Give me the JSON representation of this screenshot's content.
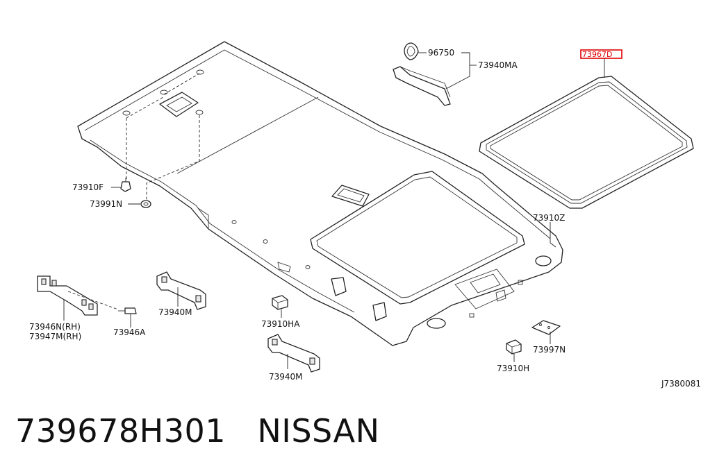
{
  "diagram": {
    "drawing_code": "J7380081",
    "highlighted_part": "73967D",
    "callouts": {
      "c96750": "96750",
      "c73940MA": "73940MA",
      "c73967D": "73967D",
      "c73910F": "73910F",
      "c73991N": "73991N",
      "c73910Z": "73910Z",
      "c73946N": "73946N(RH)",
      "c73947M": "73947M(RH)",
      "c73946A": "73946A",
      "c73940M_left": "73940M",
      "c73910HA": "73910HA",
      "c73940M_mid": "73940M",
      "c73997N": "73997N",
      "c73910H": "73910H"
    },
    "highlight_color": "#e00000"
  },
  "caption": {
    "part_number": "739678H301",
    "brand": "NISSAN"
  }
}
